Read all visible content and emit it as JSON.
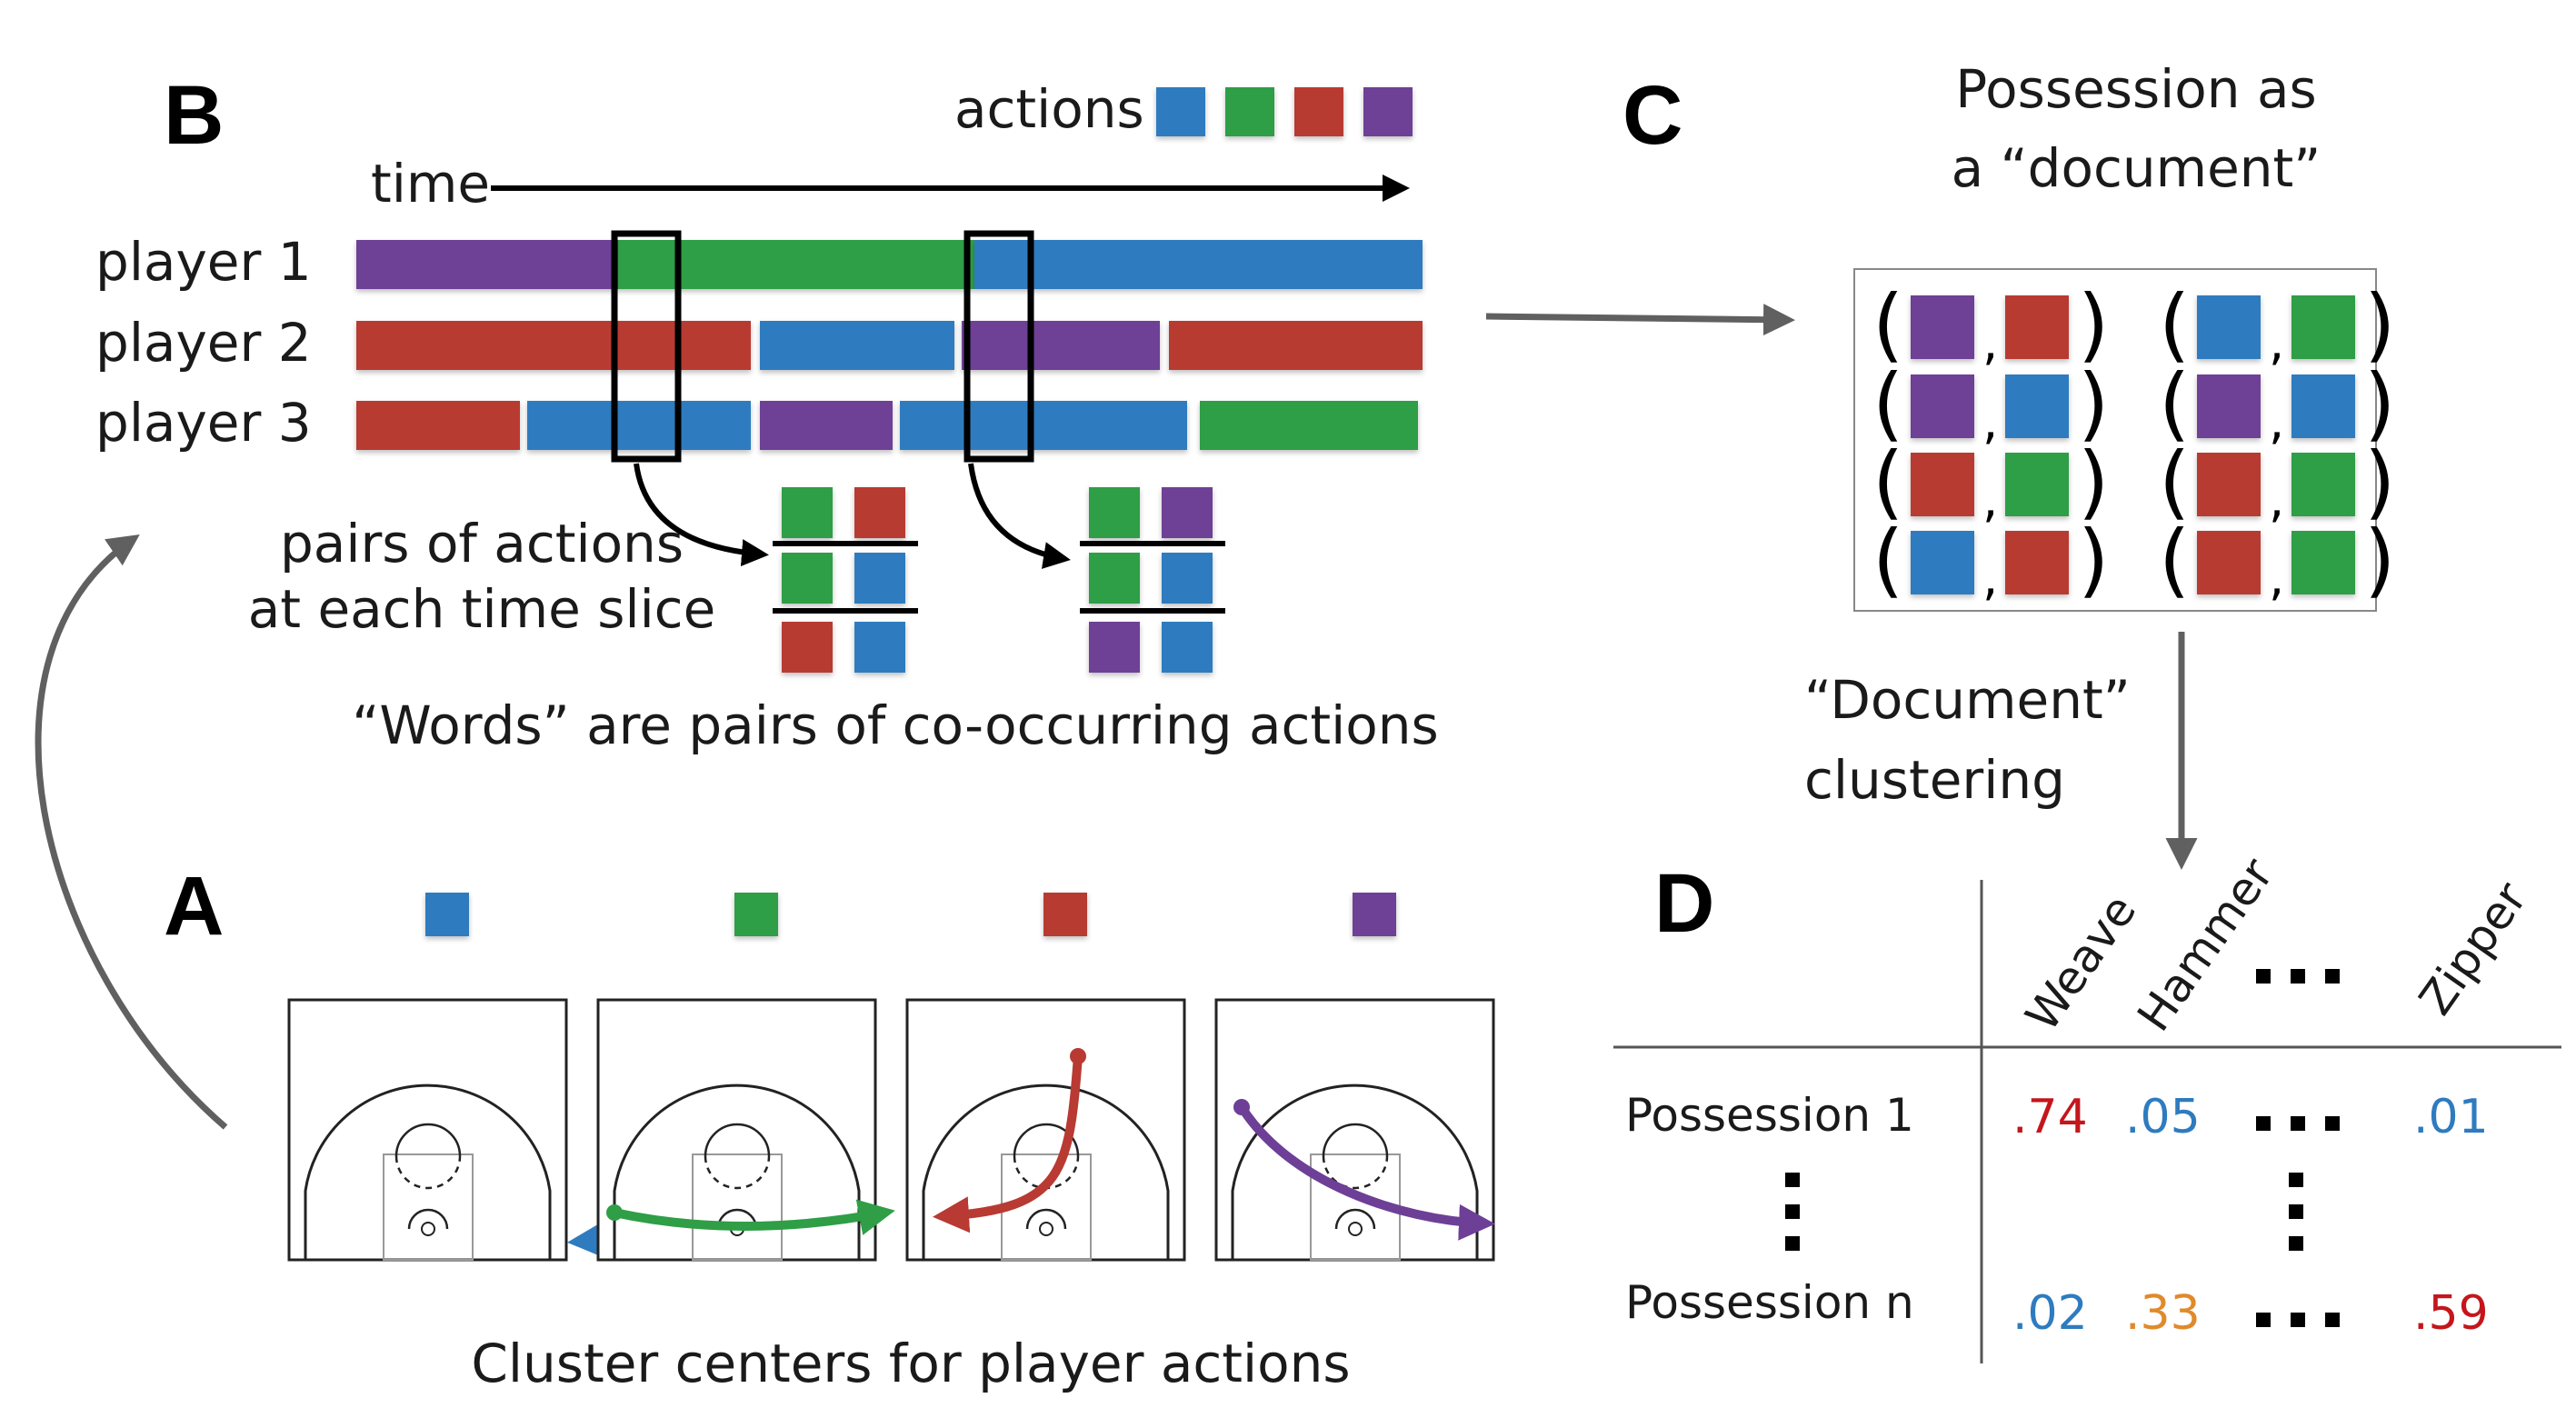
{
  "colors": {
    "blue": "#2e7bbf",
    "green": "#2f9e46",
    "red": "#b83a32",
    "purple": "#6e3f96",
    "orange": "#e08a2b",
    "dark_red": "#c4161c",
    "line": "#000000",
    "gray_arrow": "#606060"
  },
  "panel_b": {
    "letter": "B",
    "actions_label": "actions",
    "actions_legend": [
      "blue",
      "green",
      "red",
      "purple"
    ],
    "time_label": "time",
    "players": [
      {
        "label": "player 1",
        "segments": [
          "purple",
          "green",
          "blue"
        ]
      },
      {
        "label": "player 2",
        "segments": [
          "red",
          "blue",
          "purple",
          "red"
        ]
      },
      {
        "label": "player 3",
        "segments": [
          "red",
          "blue",
          "purple",
          "blue",
          "green"
        ]
      }
    ],
    "slice_1_pairs": [
      [
        "green",
        "red"
      ],
      [
        "green",
        "blue"
      ],
      [
        "red",
        "blue"
      ]
    ],
    "slice_2_pairs": [
      [
        "green",
        "purple"
      ],
      [
        "green",
        "blue"
      ],
      [
        "purple",
        "blue"
      ]
    ],
    "pairs_caption_line1": "pairs of actions",
    "pairs_caption_line2": "at each time slice",
    "words_caption": "“Words” are pairs of co-occurring actions"
  },
  "panel_c": {
    "letter": "C",
    "title_line1": "Possession as",
    "title_line2": "a “document”",
    "document_pairs": [
      [
        [
          "purple",
          "red"
        ],
        [
          "blue",
          "green"
        ]
      ],
      [
        [
          "purple",
          "blue"
        ],
        [
          "purple",
          "blue"
        ]
      ],
      [
        [
          "red",
          "green"
        ],
        [
          "red",
          "green"
        ]
      ],
      [
        [
          "blue",
          "red"
        ],
        [
          "red",
          "green"
        ]
      ]
    ],
    "clustering_line1": "“Document”",
    "clustering_line2": "clustering"
  },
  "panel_a": {
    "letter": "A",
    "caption": "Cluster centers for player actions",
    "courts": [
      "blue",
      "green",
      "red",
      "purple"
    ]
  },
  "panel_d": {
    "letter": "D",
    "columns": [
      "Weave",
      "Hammer",
      "Zipper"
    ],
    "rows": [
      {
        "label": "Possession 1",
        "values": [
          {
            "text": ".74",
            "color": "dark_red"
          },
          {
            "text": ".05",
            "color": "blue"
          },
          {
            "text": ".01",
            "color": "blue"
          }
        ]
      },
      {
        "label": "Possession n",
        "values": [
          {
            "text": ".02",
            "color": "blue"
          },
          {
            "text": ".33",
            "color": "orange"
          },
          {
            "text": ".59",
            "color": "dark_red"
          }
        ]
      }
    ]
  }
}
